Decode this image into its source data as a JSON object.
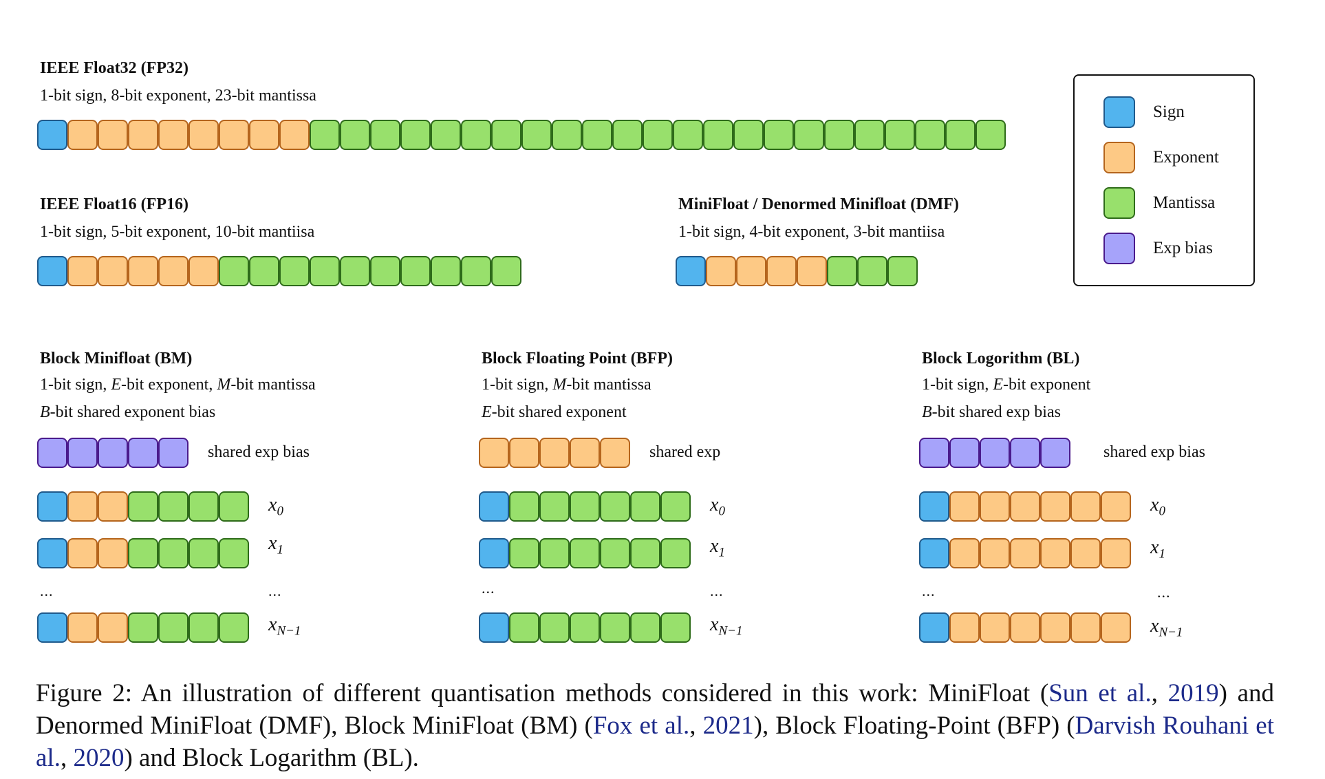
{
  "colors": {
    "sign": "#52b4ee",
    "sign_border": "#1f5a8c",
    "exponent": "#fdc985",
    "exponent_border": "#b5651d",
    "mantissa": "#98e06c",
    "mantissa_border": "#2e6b1a",
    "exp_bias": "#a6a3fa",
    "exp_bias_border": "#4a1a8c",
    "citation": "#1c2a8a"
  },
  "legend": [
    {
      "key": "sign",
      "label": "Sign"
    },
    {
      "key": "exponent",
      "label": "Exponent"
    },
    {
      "key": "mantissa",
      "label": "Mantissa"
    },
    {
      "key": "exp_bias",
      "label": "Exp bias"
    }
  ],
  "fp32": {
    "title": "IEEE Float32 (FP32)",
    "desc": "1-bit sign, 8-bit exponent, 23-bit mantissa",
    "bits": [
      {
        "type": "sign",
        "count": 1
      },
      {
        "type": "exponent",
        "count": 8
      },
      {
        "type": "mantissa",
        "count": 23
      }
    ]
  },
  "fp16": {
    "title": "IEEE Float16 (FP16)",
    "desc": "1-bit sign, 5-bit exponent, 10-bit mantiisa",
    "bits": [
      {
        "type": "sign",
        "count": 1
      },
      {
        "type": "exponent",
        "count": 5
      },
      {
        "type": "mantissa",
        "count": 10
      }
    ]
  },
  "dmf": {
    "title": "MiniFloat / Denormed Minifloat (DMF)",
    "desc": "1-bit sign, 4-bit exponent, 3-bit mantiisa",
    "bits": [
      {
        "type": "sign",
        "count": 1
      },
      {
        "type": "exponent",
        "count": 4
      },
      {
        "type": "mantissa",
        "count": 3
      }
    ]
  },
  "bm": {
    "title": "Block Minifloat (BM)",
    "desc_line1_parts": [
      "1-bit sign, ",
      "E",
      "-bit exponent, ",
      "M",
      "-bit mantissa"
    ],
    "desc_line2_parts": [
      "B",
      "-bit shared exponent bias"
    ],
    "shared_label": "shared exp bias",
    "shared_bits": [
      {
        "type": "exp_bias",
        "count": 5
      }
    ],
    "element_bits": [
      {
        "type": "sign",
        "count": 1
      },
      {
        "type": "exponent",
        "count": 2
      },
      {
        "type": "mantissa",
        "count": 4
      }
    ]
  },
  "bfp": {
    "title": "Block Floating Point (BFP)",
    "desc_line1_parts": [
      "1-bit sign, ",
      "M",
      "-bit mantissa"
    ],
    "desc_line2_parts": [
      "E",
      "-bit shared exponent"
    ],
    "shared_label": "shared exp",
    "shared_bits": [
      {
        "type": "exponent",
        "count": 5
      }
    ],
    "element_bits": [
      {
        "type": "sign",
        "count": 1
      },
      {
        "type": "mantissa",
        "count": 6
      }
    ]
  },
  "bl": {
    "title": "Block Logorithm (BL)",
    "desc_line1_parts": [
      "1-bit sign, ",
      "E",
      "-bit exponent"
    ],
    "desc_line2_parts": [
      "B",
      "-bit shared exp bias"
    ],
    "shared_label": "shared exp bias",
    "shared_bits": [
      {
        "type": "exp_bias",
        "count": 5
      }
    ],
    "element_bits": [
      {
        "type": "sign",
        "count": 1
      },
      {
        "type": "exponent",
        "count": 6
      }
    ]
  },
  "block_rows": {
    "x0": {
      "base": "x",
      "sub": "0"
    },
    "x1": {
      "base": "x",
      "sub": "1"
    },
    "dots": "...",
    "xn": {
      "base": "x",
      "sub": "N−1"
    }
  },
  "caption": {
    "p1": "Figure 2:  An illustration of different quantisation methods considered in this work:  MiniFloat (",
    "c1": "Sun et al.",
    "p2": ", ",
    "c2": "2019",
    "p3": ") and Denormed MiniFloat (DMF), Block MiniFloat (BM) (",
    "c3": "Fox et al.",
    "p4": ", ",
    "c4": "2021",
    "p5": "), Block Floating-Point (BFP) (",
    "c5": "Darvish Rouhani et al.",
    "p6": ", ",
    "c6": "2020",
    "p7": ") and Block Logarithm (BL)."
  }
}
